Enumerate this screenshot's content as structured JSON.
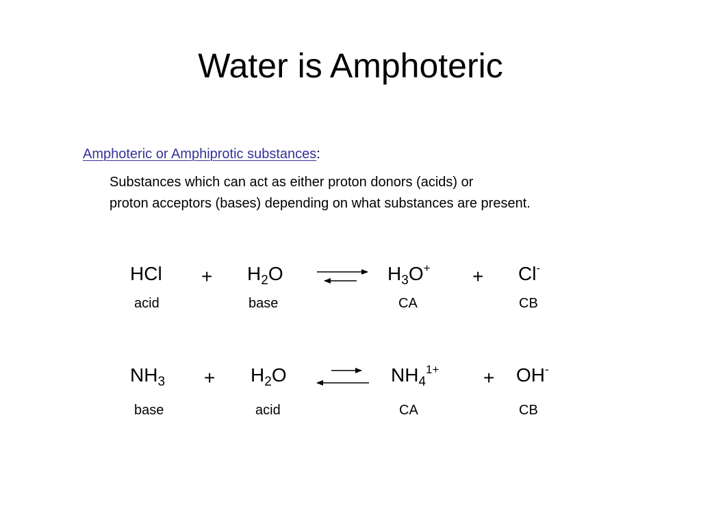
{
  "slide": {
    "title": "Water is Amphoteric",
    "definition": {
      "term": "Amphoteric or Amphiprotic substances",
      "term_suffix": ":",
      "line1": "Substances which can act as either proton donors (acids) or",
      "line2": "proton acceptors (bases) depending on what substances are present."
    }
  },
  "reaction1": {
    "reactant1": {
      "main": "HCl",
      "label": "acid"
    },
    "plus1": "+",
    "reactant2": {
      "main": "H",
      "sub": "2",
      "tail": "O",
      "label": "base"
    },
    "product1": {
      "main": "H",
      "sub": "3",
      "tail": "O",
      "sup": "+",
      "label": "CA"
    },
    "plus2": "+",
    "product2": {
      "main": "Cl",
      "sup": "-",
      "label": "CB"
    }
  },
  "reaction2": {
    "reactant1": {
      "main": "NH",
      "sub": "3",
      "label": "base"
    },
    "plus1": "+",
    "reactant2": {
      "main": "H",
      "sub": "2",
      "tail": "O",
      "label": "acid"
    },
    "product1": {
      "main": "NH",
      "sub": "4",
      "sup": "1+",
      "label": "CA"
    },
    "plus2": "+",
    "product2": {
      "main": "OH",
      "sup": "-",
      "label": "CB"
    }
  }
}
